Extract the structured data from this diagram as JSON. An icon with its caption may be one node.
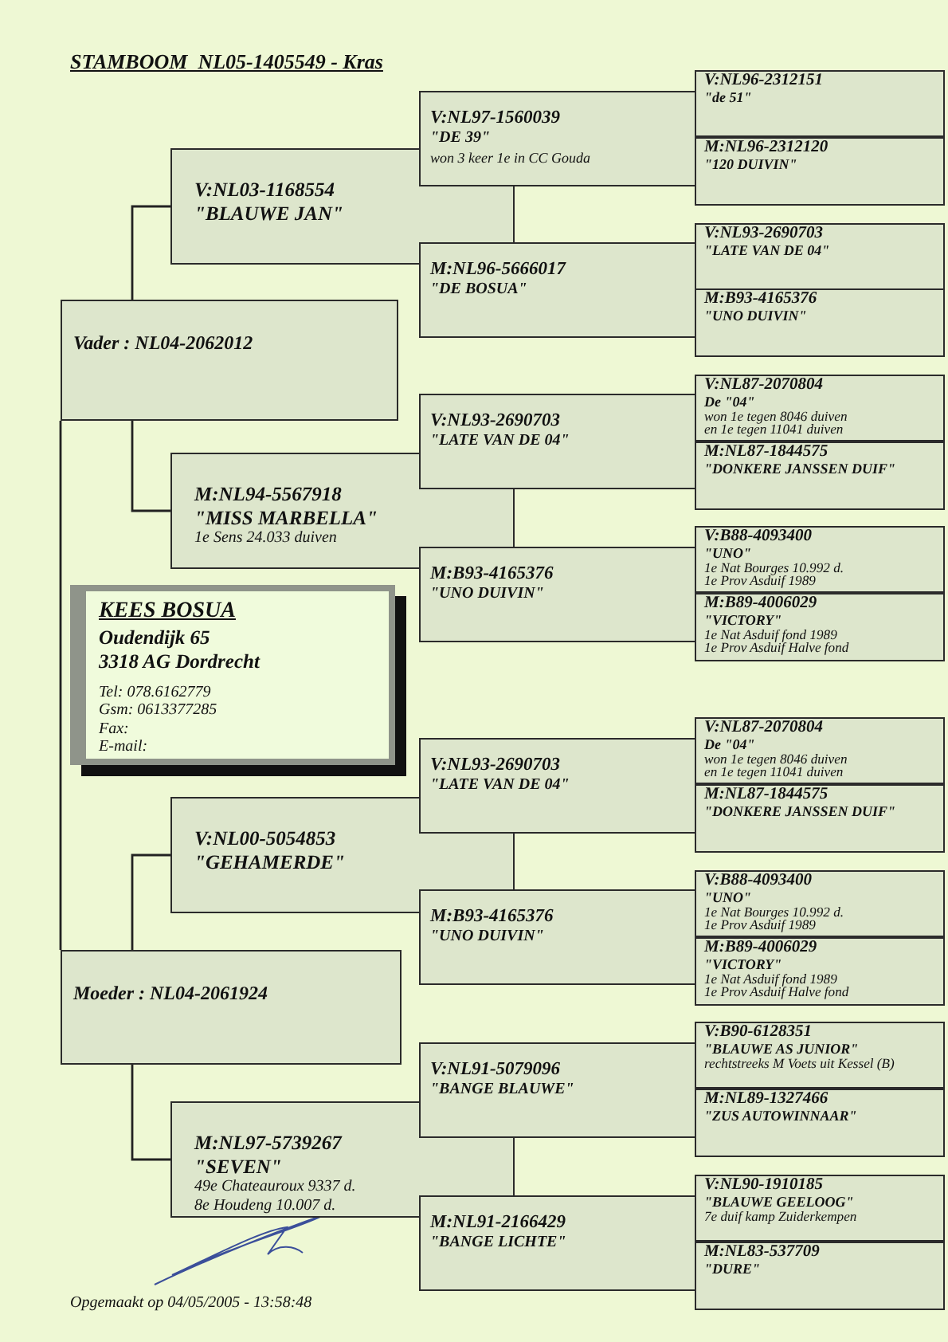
{
  "diagram": {
    "title": "STAMBOOM  NL05-1405549 - Kras",
    "nodes": [
      {
        "text": [
          "Vader : NL04-2062012"
        ]
      },
      {
        "text": [
          "V:NL03-1168554",
          "\"BLAUWE JAN\""
        ]
      },
      {
        "text": [
          "V:NL97-1560039",
          "\"DE 39\"",
          "won 3 keer 1e in CC Gouda"
        ]
      },
      {
        "text": [
          "V:NL96-2312151",
          "\"de 51\""
        ]
      },
      {
        "text": [
          "M:NL96-2312120",
          "\"120 DUIVIN\""
        ]
      },
      {
        "text": [
          "M:NL96-5666017",
          "\"DE BOSUA\""
        ]
      },
      {
        "text": [
          "V:NL93-2690703",
          "\"LATE VAN DE 04\""
        ]
      },
      {
        "text": [
          "M:B93-4165376",
          "\"UNO DUIVIN\""
        ]
      },
      {
        "text": [
          "M:NL94-5567918",
          "\"MISS MARBELLA\"",
          "1e Sens 24.033 duiven"
        ]
      },
      {
        "text": [
          "V:NL93-2690703",
          "\"LATE VAN DE 04\""
        ]
      },
      {
        "text": [
          "V:NL87-2070804",
          "De \"04\"",
          "won 1e tegen 8046 duiven",
          "en 1e tegen 11041 duiven"
        ]
      },
      {
        "text": [
          "M:NL87-1844575",
          "\"DONKERE JANSSEN DUIF\""
        ]
      },
      {
        "text": [
          "M:B93-4165376",
          "\"UNO DUIVIN\""
        ]
      },
      {
        "text": [
          "V:B88-4093400",
          "\"UNO\"",
          "1e Nat Bourges 10.992 d.",
          "1e Prov Asduif 1989"
        ]
      },
      {
        "text": [
          "M:B89-4006029",
          "\"VICTORY\"",
          "1e Nat Asduif fond 1989",
          "1e Prov Asduif Halve fond"
        ]
      },
      {
        "text": [
          "KEES BOSUA",
          "Oudendijk 65",
          "3318 AG Dordrecht",
          "Tel: 078.6162779",
          "Gsm: 0613377285",
          "Fax:",
          "E-mail:"
        ]
      },
      {
        "text": [
          "Moeder : NL04-2061924"
        ]
      },
      {
        "text": [
          "V:NL00-5054853",
          "\"GEHAMERDE\""
        ]
      },
      {
        "text": [
          "V:NL93-2690703",
          "\"LATE VAN DE 04\""
        ]
      },
      {
        "text": [
          "V:NL87-2070804",
          "De \"04\"",
          "won 1e tegen 8046 duiven",
          "en 1e tegen 11041 duiven"
        ]
      },
      {
        "text": [
          "M:NL87-1844575",
          "\"DONKERE JANSSEN DUIF\""
        ]
      },
      {
        "text": [
          "M:B93-4165376",
          "\"UNO DUIVIN\""
        ]
      },
      {
        "text": [
          "V:B88-4093400",
          "\"UNO\"",
          "1e Nat Bourges 10.992 d.",
          "1e Prov Asduif 1989"
        ]
      },
      {
        "text": [
          "M:B89-4006029",
          "\"VICTORY\"",
          "1e Nat Asduif fond 1989",
          "1e Prov Asduif Halve fond"
        ]
      },
      {
        "text": [
          "M:NL97-5739267",
          "\"SEVEN\"",
          "49e Chateauroux 9337 d.",
          "8e Houdeng 10.007 d."
        ]
      },
      {
        "text": [
          "V:NL91-5079096",
          "\"BANGE BLAUWE\""
        ]
      },
      {
        "text": [
          "V:B90-6128351",
          "\"BLAUWE AS JUNIOR\"",
          "rechtstreeks M Voets uit Kessel (B)"
        ]
      },
      {
        "text": [
          "M:NL89-1327466",
          "\"ZUS AUTOWINNAAR\""
        ]
      },
      {
        "text": [
          "M:NL91-2166429",
          "\"BANGE LICHTE\""
        ]
      },
      {
        "text": [
          "V:NL90-1910185",
          "\"BLAUWE GEELOOG\"",
          "7e duif kamp Zuiderkempen"
        ]
      },
      {
        "text": [
          "M:NL83-537709",
          "\"DURE\""
        ]
      }
    ],
    "edges": [
      {
        "from": 0,
        "to": 1,
        "arrow": "none"
      },
      {
        "from": 0,
        "to": 8,
        "arrow": "none"
      },
      {
        "from": 0,
        "to": 16,
        "arrow": "none"
      },
      {
        "from": 16,
        "to": 17,
        "arrow": "none"
      },
      {
        "from": 16,
        "to": 24,
        "arrow": "none"
      }
    ],
    "labels": [
      "Opgemaakt op 04/05/2005 - 13:58:48"
    ]
  }
}
